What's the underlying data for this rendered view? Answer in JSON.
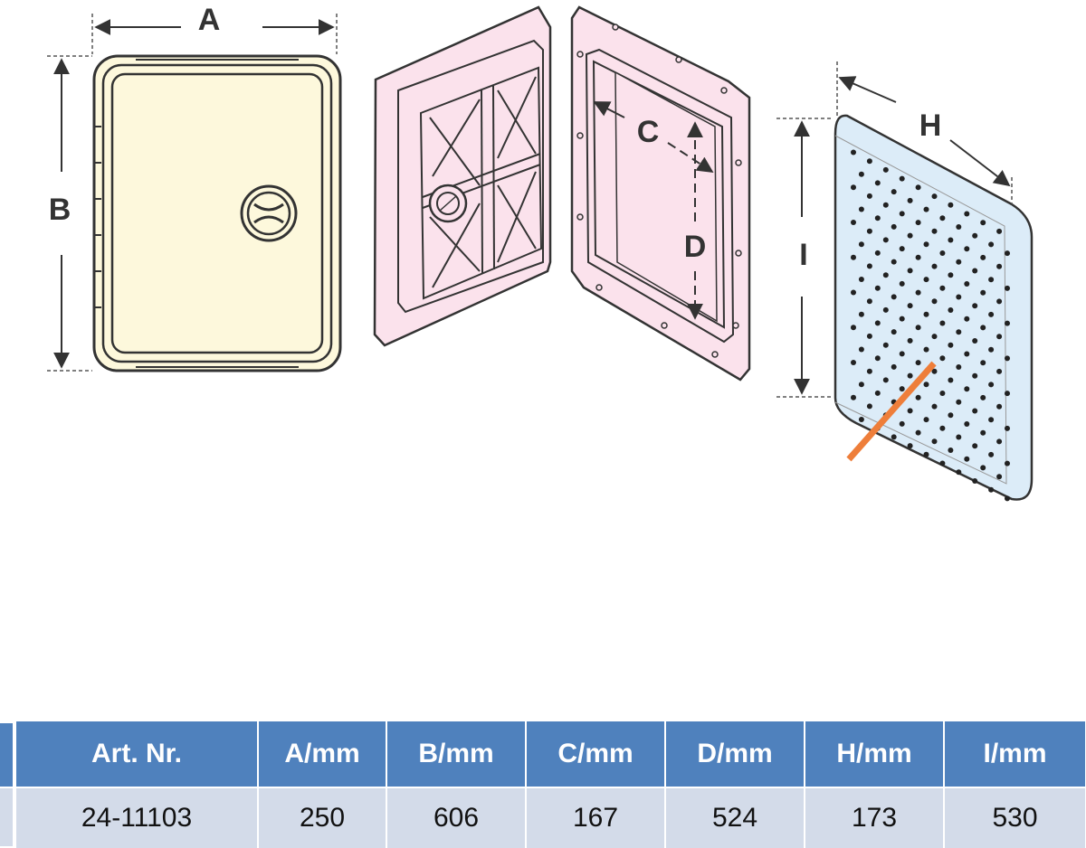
{
  "diagram": {
    "dimension_labels": {
      "a": "A",
      "b": "B",
      "c": "C",
      "d": "D",
      "h": "H",
      "i": "I"
    },
    "colors": {
      "outline": "#333333",
      "hatch_face": "#fdf8dc",
      "frame_fill": "#fbe2ec",
      "panel_fill": "#dcecf8",
      "panel_dots": "#222222",
      "cut_marker": "#ee7e3a"
    }
  },
  "table": {
    "header_color": "#4f81bd",
    "row_color": "#d3dbe9",
    "columns": [
      "Art. Nr.",
      "A/mm",
      "B/mm",
      "C/mm",
      "D/mm",
      "H/mm",
      "I/mm"
    ],
    "rows": [
      [
        "24-11103",
        "250",
        "606",
        "167",
        "524",
        "173",
        "530"
      ]
    ]
  }
}
